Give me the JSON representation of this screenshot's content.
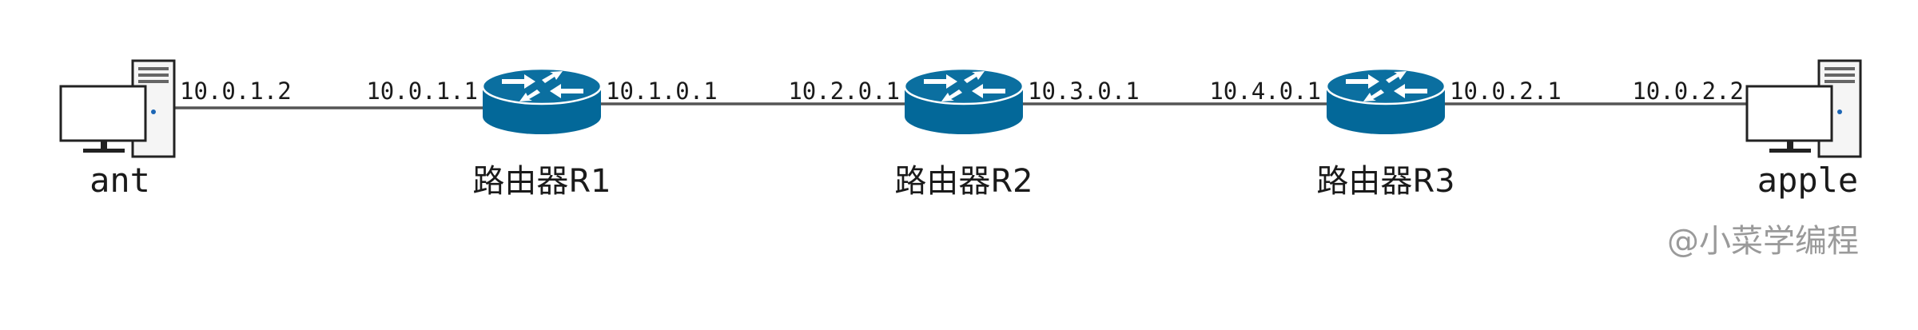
{
  "hosts": {
    "left": {
      "name": "ant"
    },
    "right": {
      "name": "apple"
    }
  },
  "routers": [
    {
      "name": "路由器R1"
    },
    {
      "name": "路由器R2"
    },
    {
      "name": "路由器R3"
    }
  ],
  "links": [
    {
      "left_ip": "10.0.1.2",
      "right_ip": "10.0.1.1"
    },
    {
      "left_ip": "10.1.0.1",
      "right_ip": "10.2.0.1"
    },
    {
      "left_ip": "10.3.0.1",
      "right_ip": "10.4.0.1"
    },
    {
      "left_ip": "10.0.2.1",
      "right_ip": "10.0.2.2"
    }
  ],
  "watermark": "@小菜学编程",
  "colors": {
    "router": "#036899",
    "router_top": "#0b6fa0",
    "link": "#555555"
  }
}
